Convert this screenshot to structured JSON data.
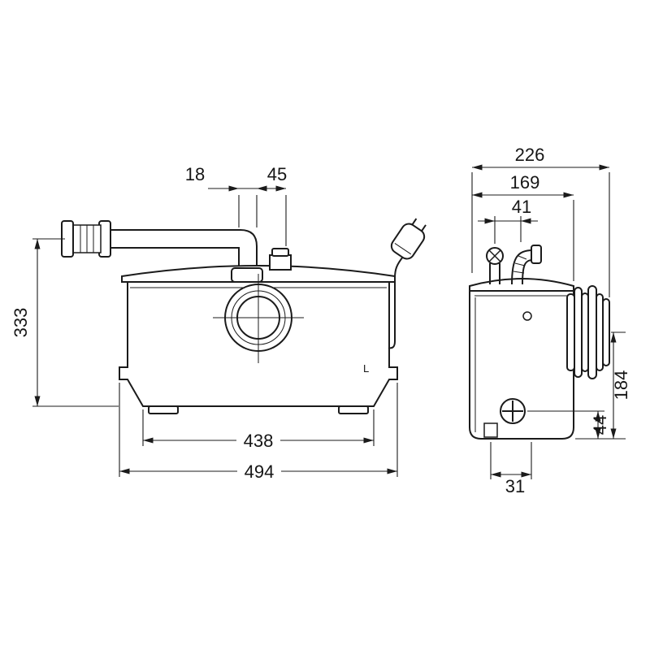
{
  "drawing": {
    "background": "#ffffff",
    "line_color": "#1b1b1b",
    "type": "technical-dimension-drawing",
    "subject": "macerator pump, front and side elevation with dimensions",
    "views": {
      "front": {
        "name": "front view",
        "dimensions": {
          "inlet_offset": "18",
          "vent_offset": "45",
          "height": "333",
          "base_width": "438",
          "overall_width": "494"
        },
        "marking_l": "L"
      },
      "side": {
        "name": "side view",
        "dimensions": {
          "overall_depth": "226",
          "body_depth": "169",
          "top_ports_spacing": "41",
          "outlet_center_height": "184",
          "drain_cap_height": "44",
          "drain_cap_offset": "31"
        }
      }
    }
  }
}
